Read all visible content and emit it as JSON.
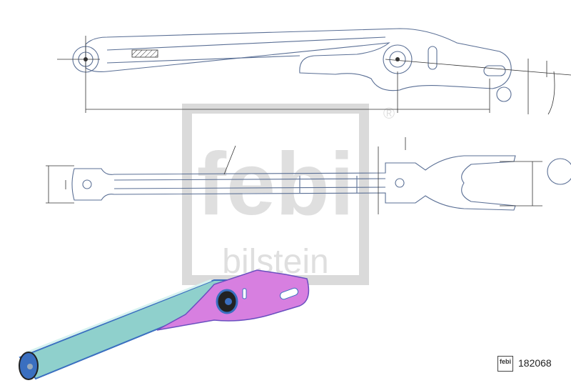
{
  "watermark": {
    "brand_top": "febi",
    "brand_bottom": "bilstein",
    "registered": "®"
  },
  "part": {
    "number": "182068",
    "logo_text": "febi"
  },
  "colors": {
    "line": "#5a6f95",
    "arm_3d": "#8fd0cc",
    "bracket_3d": "#d77fe0",
    "bushing_3d": "#3a6fc0",
    "watermark": "#c8c8c8"
  }
}
